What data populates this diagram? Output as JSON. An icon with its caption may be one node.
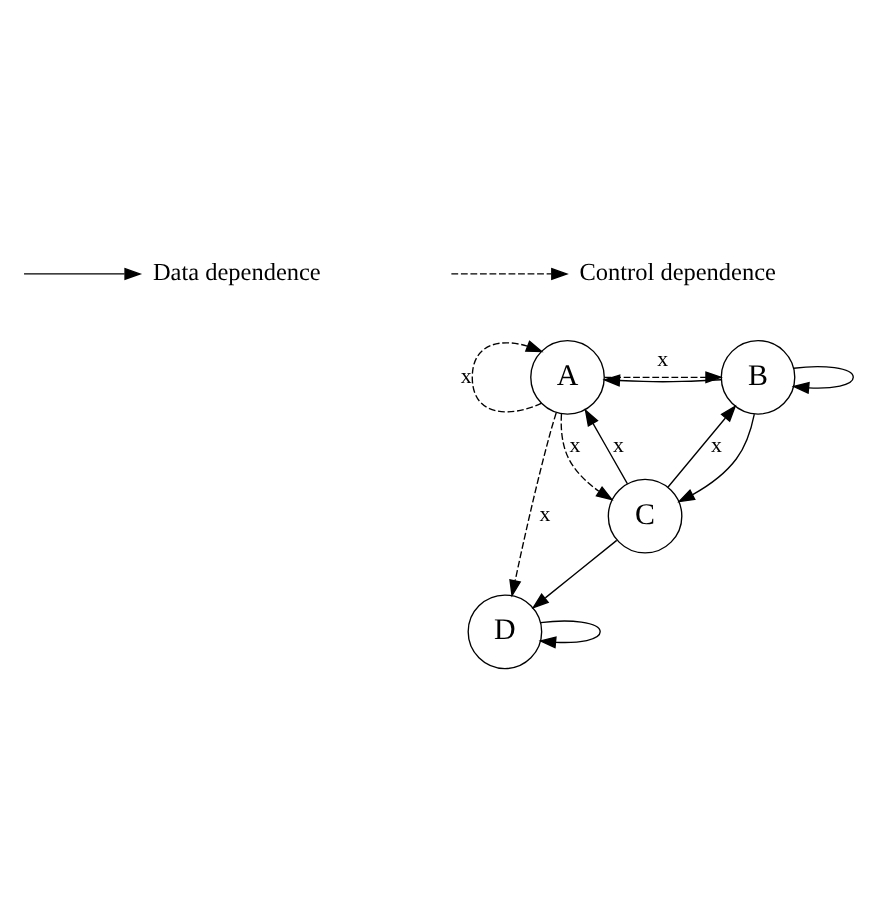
{
  "diagram": {
    "nodes": [
      {
        "text": [
          "A"
        ]
      },
      {
        "text": [
          "B"
        ]
      },
      {
        "text": [
          "C"
        ]
      },
      {
        "text": [
          "D"
        ]
      }
    ],
    "edges": [
      {
        "from": 0,
        "to": 0,
        "arrow": "to",
        "style": "dashed",
        "label": "x"
      },
      {
        "from": 0,
        "to": 1,
        "arrow": "to",
        "style": "dashed",
        "label": "x"
      },
      {
        "from": 1,
        "to": 0,
        "arrow": "to"
      },
      {
        "from": 1,
        "to": 1,
        "arrow": "to"
      },
      {
        "from": 0,
        "to": 2,
        "arrow": "to",
        "style": "dashed",
        "label": "x"
      },
      {
        "from": 2,
        "to": 0,
        "arrow": "to",
        "label": "x"
      },
      {
        "from": 2,
        "to": 1,
        "arrow": "to",
        "label": "x"
      },
      {
        "from": 1,
        "to": 2,
        "arrow": "to"
      },
      {
        "from": 0,
        "to": 3,
        "arrow": "to",
        "style": "dashed",
        "label": "x"
      },
      {
        "from": 2,
        "to": 3,
        "arrow": "to"
      },
      {
        "from": 3,
        "to": 3,
        "arrow": "to"
      }
    ],
    "legend": [
      {
        "text": "Data dependence"
      },
      {
        "text": "Control dependence"
      }
    ]
  }
}
